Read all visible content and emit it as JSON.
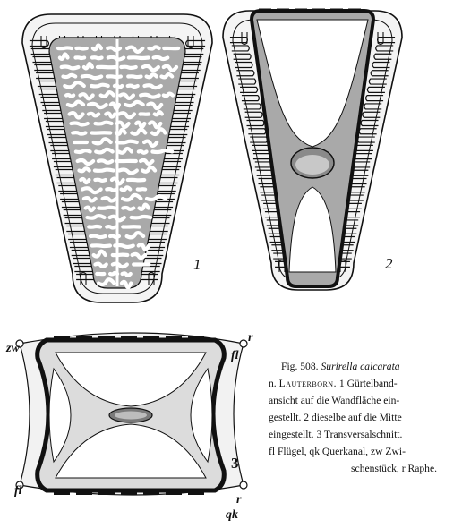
{
  "figure": {
    "panel_labels": {
      "p1": "1",
      "p2": "2",
      "p3": "3"
    },
    "part_labels": {
      "zw": "zw",
      "r_top": "r",
      "fl_top": "fl",
      "fl_bottom": "fl",
      "r_bottom": "r",
      "qk": "qk"
    }
  },
  "caption": {
    "fig_number": "Fig. 508.",
    "species": "Surirella calcarata",
    "author_prefix": "n.",
    "author": "Lauterborn.",
    "line1_rest": "1 Gürtelband-",
    "line2": "ansicht auf die Wandfläche ein-",
    "line3": "gestellt. 2 dieselbe auf die Mitte",
    "line4": "eingestellt. 3 Transversalschnitt.",
    "line5": "fl Flügel, qk Querkanal, zw Zwi-",
    "line6": "schenstück, r Raphe."
  },
  "colors": {
    "ink": "#111111",
    "shade": "#a9a9a9",
    "light": "#d2d2d2",
    "paper": "#ffffff"
  }
}
